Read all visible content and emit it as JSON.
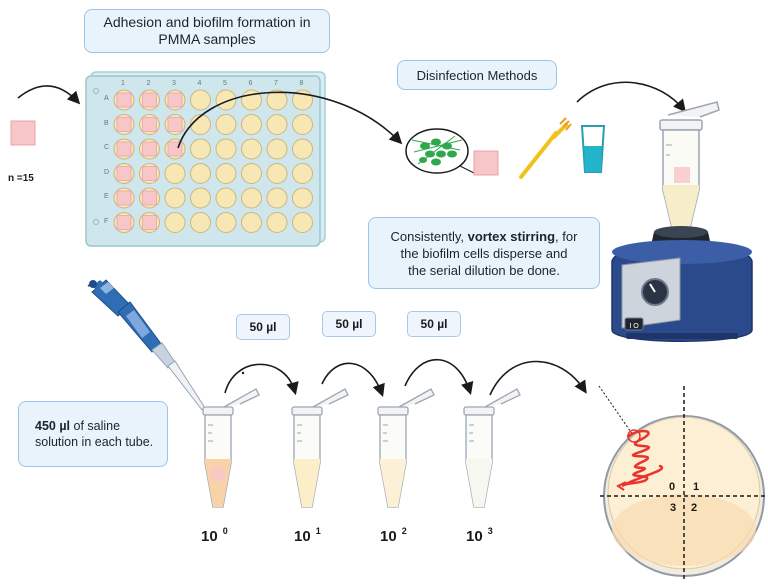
{
  "title_box": {
    "line1": "Adhesion and biofilm formation in",
    "line2": "PMMA samples"
  },
  "disinfection_box": {
    "label": "Disinfection Methods"
  },
  "sample_count": "n =15",
  "plate": {
    "columns": [
      "1",
      "2",
      "3",
      "4",
      "5",
      "6",
      "7",
      "8"
    ],
    "rows": [
      "A",
      "B",
      "C",
      "D",
      "E",
      "F"
    ]
  },
  "vortex_box": {
    "prefix": "Consistently, ",
    "bold": "vortex stirring",
    "suffix1": ", for",
    "line2": "the  biofilm cells  disperse and",
    "line3": "the serial dilution be done."
  },
  "saline_box": {
    "bold": "450 µl",
    "rest1": " of saline",
    "line2": "solution in each tube."
  },
  "transfer_volumes": [
    "50 µl",
    "50 µl",
    "50 µl"
  ],
  "dilutions": [
    {
      "base": "10",
      "exp": "0"
    },
    {
      "base": "10",
      "exp": "1"
    },
    {
      "base": "10",
      "exp": "2"
    },
    {
      "base": "10",
      "exp": "3"
    }
  ],
  "quadrants": [
    "0",
    "1",
    "3",
    "2"
  ],
  "colors": {
    "box_fill": "#e9f3fc",
    "box_border": "#9cc4e8",
    "plate": "#cfe7ec",
    "well": "#f7e7b4",
    "sample": "#f7c6c9",
    "streak": "#e8342d",
    "vortex_body": "#2b4a8c",
    "toothbrush": "#f2c21b",
    "water": "#22b5c9",
    "bacteria": "#2ea84a",
    "pipette": "#2f6db5"
  },
  "icons": [
    "arrow-icon",
    "well-plate-icon",
    "bacteria-icon",
    "toothbrush-icon",
    "water-glass-icon",
    "vortex-mixer-icon",
    "pipette-icon",
    "microtube-icon",
    "petri-dish-icon"
  ]
}
